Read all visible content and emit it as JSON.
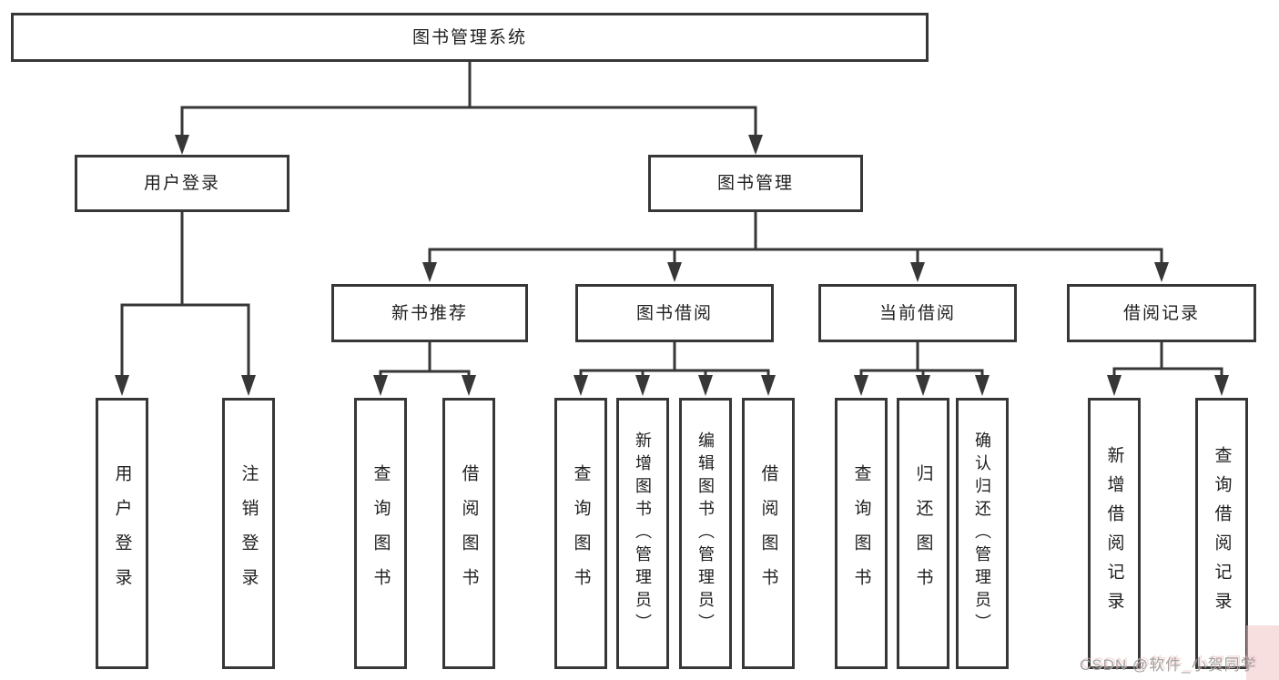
{
  "diagram": {
    "root": {
      "label": "图书管理系统"
    },
    "branches": [
      {
        "label": "用户登录"
      },
      {
        "label": "图书管理"
      }
    ],
    "modules": [
      {
        "label": "新书推荐",
        "parent": "图书管理"
      },
      {
        "label": "图书借阅",
        "parent": "图书管理"
      },
      {
        "label": "当前借阅",
        "parent": "图书管理"
      },
      {
        "label": "借阅记录",
        "parent": "图书管理"
      }
    ],
    "leaves": [
      {
        "label": "用户登录",
        "parent": "用户登录"
      },
      {
        "label": "注销登录",
        "parent": "用户登录"
      },
      {
        "label": "查询图书",
        "parent": "新书推荐"
      },
      {
        "label": "借阅图书",
        "parent": "新书推荐"
      },
      {
        "label": "查询图书",
        "parent": "图书借阅"
      },
      {
        "label": "新增图书（管理员）",
        "parent": "图书借阅"
      },
      {
        "label": "编辑图书（管理员）",
        "parent": "图书借阅"
      },
      {
        "label": "借阅图书",
        "parent": "图书借阅"
      },
      {
        "label": "查询图书",
        "parent": "当前借阅"
      },
      {
        "label": "归还图书",
        "parent": "当前借阅"
      },
      {
        "label": "确认归还（管理员）",
        "parent": "当前借阅"
      },
      {
        "label": "新增借阅记录",
        "parent": "借阅记录"
      },
      {
        "label": "查询借阅记录",
        "parent": "借阅记录"
      }
    ]
  },
  "watermark": {
    "text": "CSDN @软件_小贺同学"
  },
  "colors": {
    "line": "#373737",
    "text": "#1f1f1f",
    "background": "#ffffff",
    "watermark_text": "#a3a3a3",
    "watermark_highlight": "#f2c4c4"
  }
}
